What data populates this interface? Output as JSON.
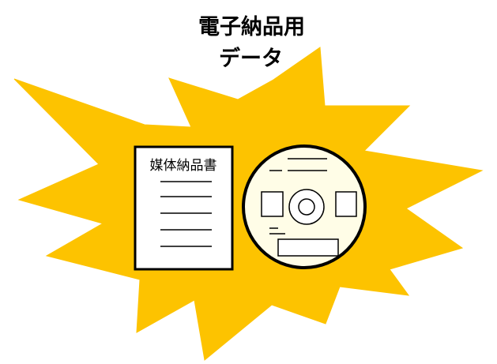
{
  "title": {
    "line1": "電子納品用",
    "line2": "データ"
  },
  "document": {
    "label": "媒体納品書"
  },
  "colors": {
    "burst": "#FDC300",
    "outline": "#000000",
    "disc_fill": "#FFFDE7"
  },
  "icons": [
    "explosion-burst",
    "document-icon",
    "disc-icon"
  ]
}
